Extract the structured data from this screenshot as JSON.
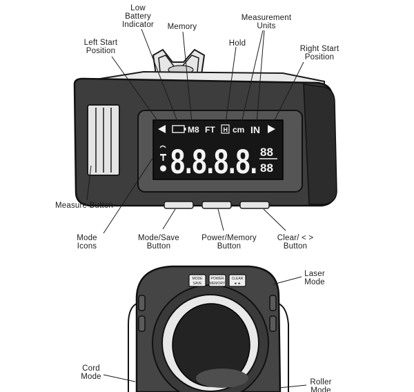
{
  "labels": {
    "low_battery": "Low\nBattery\nIndicator",
    "memory": "Memory",
    "measurement_units": "Measurement\nUnits",
    "left_start": "Left Start\nPosition",
    "hold": "Hold",
    "right_start": "Right Start\nPosition",
    "measure_button": "Measure Button",
    "mode_icons": "Mode\nIcons",
    "mode_save_button": "Mode/Save\nButton",
    "power_memory_button": "Power/Memory\nButton",
    "clear_button": "Clear/ < >\nButton",
    "laser_mode": "Laser\nMode",
    "cord_mode": "Cord\nMode",
    "roller_mode": "Roller\nMode"
  },
  "lcd": {
    "memory_indicator": "M8",
    "ft": "FT",
    "hold": "H",
    "cm": "cm",
    "in": "IN",
    "main_digits": "8.8.8.8.",
    "small_digits_top": "88",
    "small_digits_bottom": "88"
  },
  "keys": {
    "mode_top": "MODE",
    "mode_bottom": "SAVE",
    "power_top": "POWER",
    "power_bottom": "MEMORY",
    "clear_top": "CLEAR",
    "clear_bottom": "◄ ►"
  }
}
